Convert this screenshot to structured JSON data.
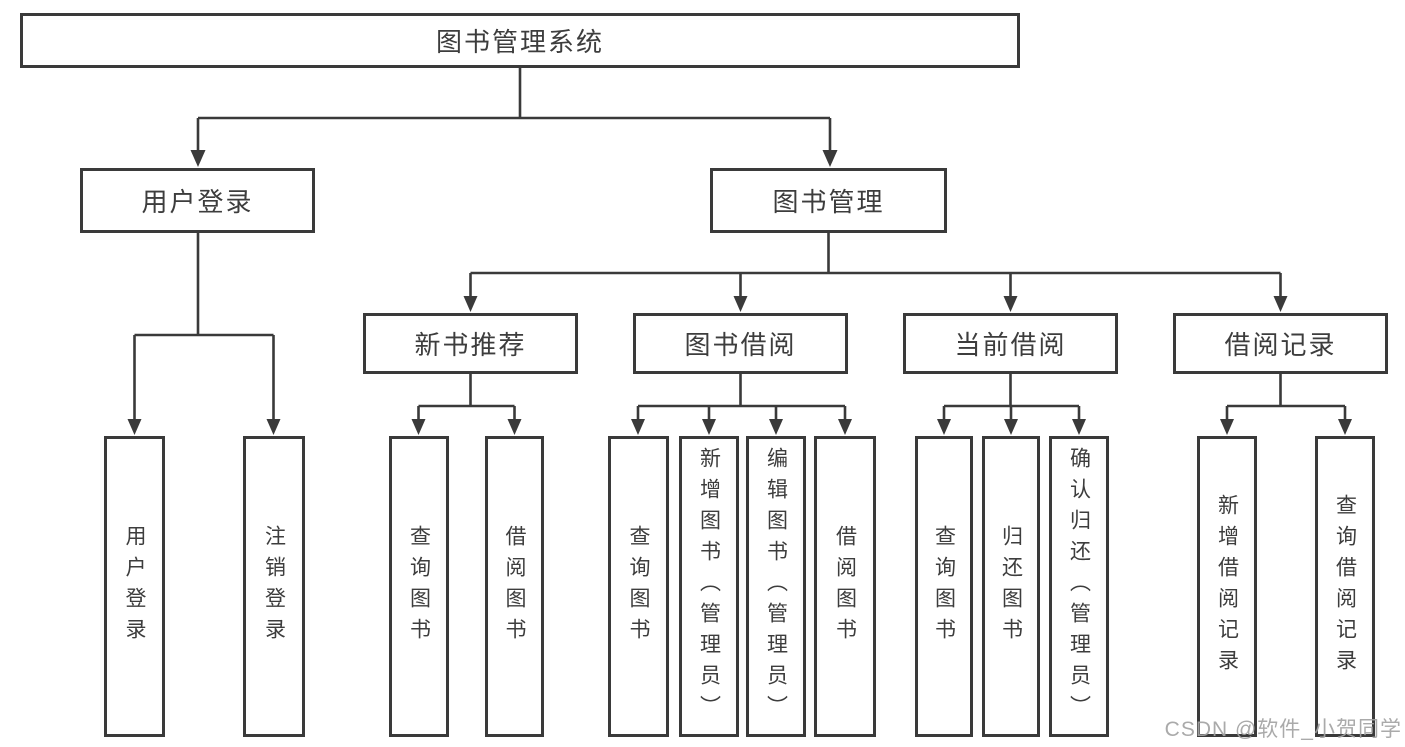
{
  "diagram_title": "图书管理系统",
  "tree": {
    "label": "图书管理系统",
    "children": [
      {
        "label": "用户登录",
        "children": [
          {
            "label": "用户登录"
          },
          {
            "label": "注销登录"
          }
        ]
      },
      {
        "label": "图书管理",
        "children": [
          {
            "label": "新书推荐",
            "children": [
              {
                "label": "查询图书"
              },
              {
                "label": "借阅图书"
              }
            ]
          },
          {
            "label": "图书借阅",
            "children": [
              {
                "label": "查询图书"
              },
              {
                "label": "新增图书（管理员）"
              },
              {
                "label": "编辑图书（管理员）"
              },
              {
                "label": "借阅图书"
              }
            ]
          },
          {
            "label": "当前借阅",
            "children": [
              {
                "label": "查询图书"
              },
              {
                "label": "归还图书"
              },
              {
                "label": "确认归还（管理员）"
              }
            ]
          },
          {
            "label": "借阅记录",
            "children": [
              {
                "label": "新增借阅记录"
              },
              {
                "label": "查询借阅记录"
              }
            ]
          }
        ]
      }
    ]
  },
  "watermark": "CSDN @软件_小贺同学",
  "colors": {
    "line": "#3a3a3a",
    "box_border": "#3a3a3a",
    "text": "#3d3d3d",
    "watermark_text": "#a3a3a3",
    "background": "#ffffff"
  }
}
